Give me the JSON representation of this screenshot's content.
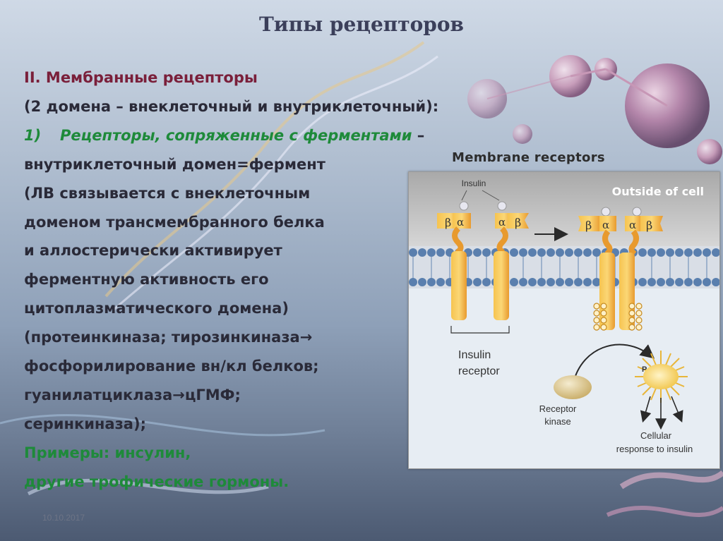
{
  "slide": {
    "title": "Типы рецепторов",
    "lines": [
      "II. Мембранные рецепторы",
      "(2 домена – внеклеточный и внутриклеточный):",
      "1)",
      "Рецепторы, сопряженные с ферментами",
      " –",
      "внутриклеточный домен=фермент",
      "(ЛВ связывается с внеклеточным",
      "доменом  трансмембранного белка",
      "и аллостерически активирует",
      "ферментную активность его",
      "цитоплазматического домена)",
      "(протеинкиназа; тирозинкиназа→",
      "фосфорилирование вн/кл белков;",
      "гуанилатциклаза→цГМФ;",
      "серинкиназа);",
      "Примеры: инсулин,",
      "другие трофические гормоны."
    ],
    "date": "10.10.2017"
  },
  "figure": {
    "title": "Membrane receptors",
    "outside_label": "Outside of cell",
    "insulin_label": "Insulin",
    "alpha": "α",
    "beta": "β",
    "receptor_label_1": "Insulin",
    "receptor_label_2": "receptor",
    "phospho": "P",
    "kinase_label_1": "Receptor",
    "kinase_label_2": "kinase",
    "response_label_1": "Cellular",
    "response_label_2": "response to insulin"
  },
  "colors": {
    "title": "#3b3f5a",
    "heading": "#7a1f3a",
    "green": "#1e8a3a",
    "body_text": "#2a2a38",
    "receptor_orange": "#f2a93a",
    "membrane_blue": "#5a7fae",
    "cell_interior": "#e7edf3"
  }
}
